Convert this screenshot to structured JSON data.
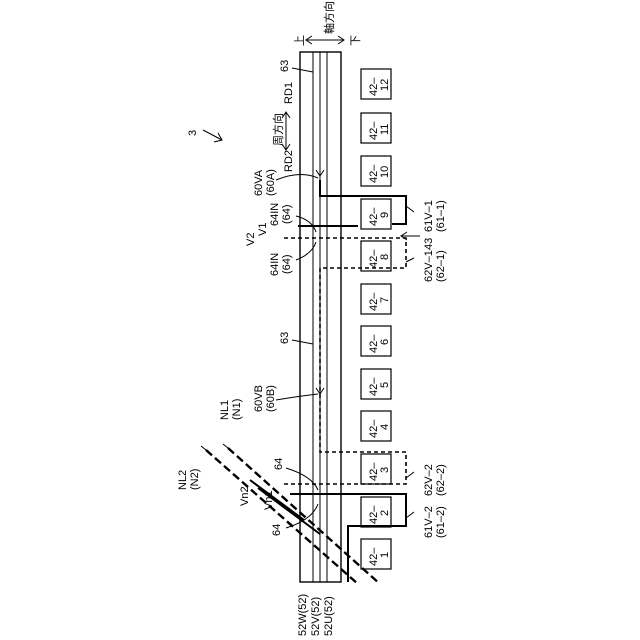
{
  "figure_ref": "3",
  "axis_label": "軸方向",
  "axis_up": "上",
  "axis_down": "下",
  "circ_label": "周方向",
  "rd1": "RD1",
  "rd2": "RD2",
  "slots": [
    {
      "num": "12",
      "prefix": "42–"
    },
    {
      "num": "11",
      "prefix": "42–"
    },
    {
      "num": "10",
      "prefix": "42–"
    },
    {
      "num": "9",
      "prefix": "42–"
    },
    {
      "num": "8",
      "prefix": "42–"
    },
    {
      "num": "7",
      "prefix": "42–"
    },
    {
      "num": "6",
      "prefix": "42–"
    },
    {
      "num": "5",
      "prefix": "42–"
    },
    {
      "num": "4",
      "prefix": "42–"
    },
    {
      "num": "3",
      "prefix": "42–"
    },
    {
      "num": "2",
      "prefix": "42–"
    },
    {
      "num": "1",
      "prefix": "42–"
    }
  ],
  "labels": {
    "l63_top": "63",
    "l63_mid": "63",
    "l60va": "60VA",
    "l60a": "(60A)",
    "l64in_1": "64IN",
    "l64_1": "(64)",
    "l64in_2": "64IN",
    "l64_2": "(64)",
    "v1": "V1",
    "v2": "V2",
    "l43": "43",
    "l61v1": "61V–1",
    "l61_1": "(61–1)",
    "l62v1": "62V–1",
    "l62_1": "(62–1)",
    "l60vb": "60VB",
    "l60b": "(60B)",
    "nl1": "NL1",
    "n1": "(N1)",
    "nl2": "NL2",
    "n2": "(N2)",
    "l64_a": "64",
    "l64_b": "64",
    "vn1": "Vn1",
    "vn2": "Vn2",
    "l62v2": "62V–2",
    "l62_2": "(62–2)",
    "l61v2": "61V–2",
    "l61_2": "(61–2)",
    "w52": "52W(52)",
    "v52": "52V(52)",
    "u52": "52U(52)"
  }
}
